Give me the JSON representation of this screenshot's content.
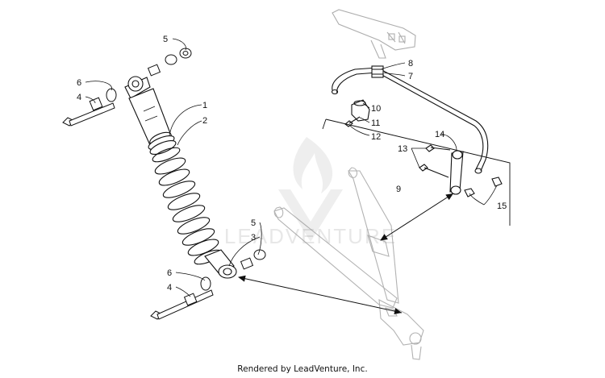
{
  "callouts": {
    "c1": "1",
    "c2": "2",
    "c3": "3",
    "c4a": "4",
    "c4b": "4",
    "c5a": "5",
    "c5b": "5",
    "c6a": "6",
    "c6b": "6",
    "c7": "7",
    "c8": "8",
    "c9": "9",
    "c10": "10",
    "c11": "11",
    "c12": "12",
    "c13": "13",
    "c14": "14",
    "c15": "15"
  },
  "watermark": {
    "brand": "LEADVENTURE"
  },
  "footer": {
    "credit": "Rendered by LeadVenture, Inc."
  }
}
